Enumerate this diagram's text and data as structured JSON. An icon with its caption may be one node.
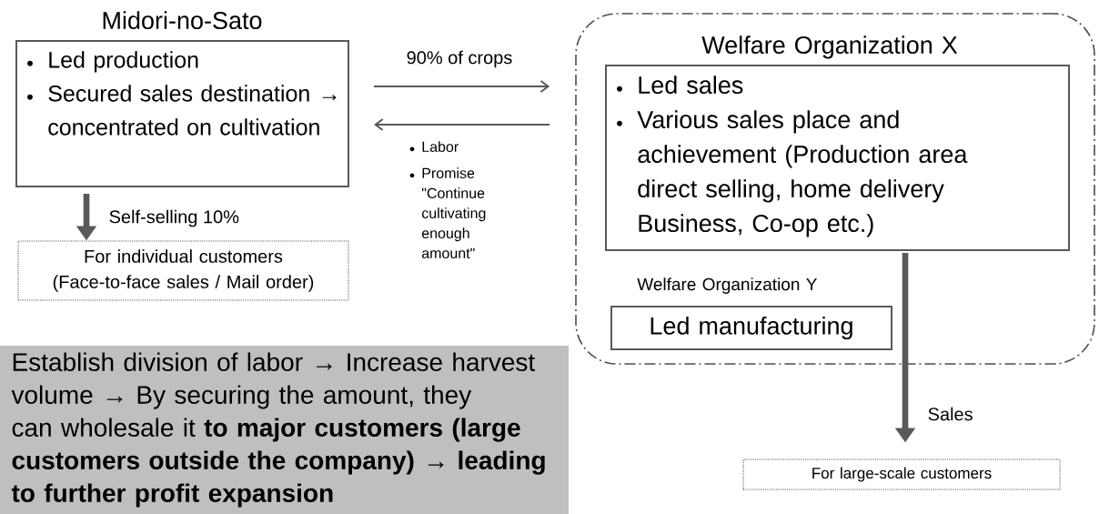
{
  "diagram": {
    "nodes": [
      {
        "text": [
          "Midori-no-Sato",
          "Led production",
          "Secured sales destination → concentrated on cultivation"
        ]
      },
      {
        "text": [
          "For individual customers (Face-to-face sales / Mail order)"
        ]
      },
      {
        "text": [],
        "shape": "box"
      },
      {
        "text": [
          "Welfare Organization X",
          "Led sales",
          "Various sales place and achievement (Production area direct selling, home delivery Business, Co-op etc.)"
        ],
        "in": 2
      },
      {
        "text": [
          "Welfare Organization Y",
          "Led manufacturing"
        ],
        "in": 2
      },
      {
        "text": [
          "Establish division of labor → Increase harvest volume → By securing the amount, they can wholesale it **to major customers (large customers outside the company) → leading to further profit expansion**"
        ]
      },
      {
        "text": [
          "For large-scale customers"
        ]
      }
    ],
    "edges": [
      {
        "from": 0,
        "to": 2,
        "arrow": "to",
        "label": "90% of crops"
      },
      {
        "from": 2,
        "to": 0,
        "arrow": "to"
      },
      {
        "from": 0,
        "to": 1,
        "arrow": "to",
        "label": "Self-selling 10%",
        "style": "thick"
      },
      {
        "from": 3,
        "to": 6,
        "arrow": "to",
        "label": "Sales",
        "style": "thick"
      }
    ],
    "labels": [
      "Labor",
      "Promise \"Continue cultivating enough amount\""
    ]
  }
}
